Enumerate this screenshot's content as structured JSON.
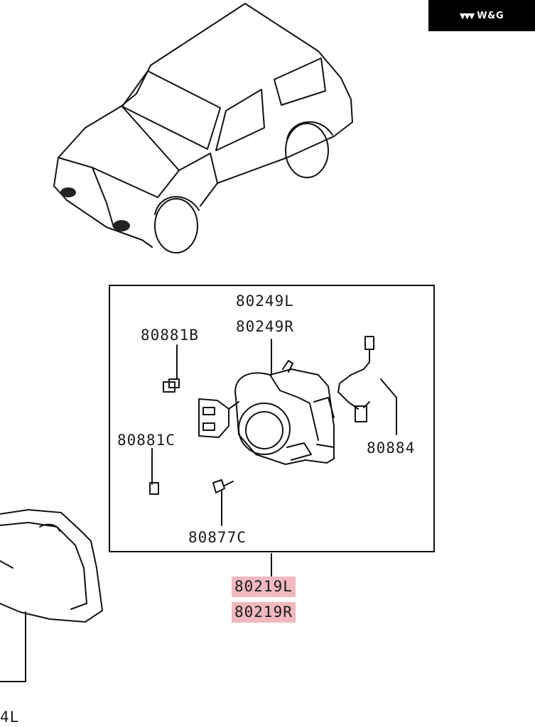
{
  "brand": {
    "name": "W&G",
    "logo_icon": "wg-logo-icon"
  },
  "callouts": {
    "lamp_unit_left": "80249L",
    "lamp_unit_right": "80249R",
    "clip_b": "80881B",
    "clip_c": "80881C",
    "harness": "80884",
    "screw": "80877C",
    "assembly_left": "80219L",
    "assembly_right": "80219R",
    "partial_left": "4L"
  },
  "colors": {
    "highlight": "#f1b9bd",
    "ink": "#111111",
    "brand_bg": "#000000"
  }
}
